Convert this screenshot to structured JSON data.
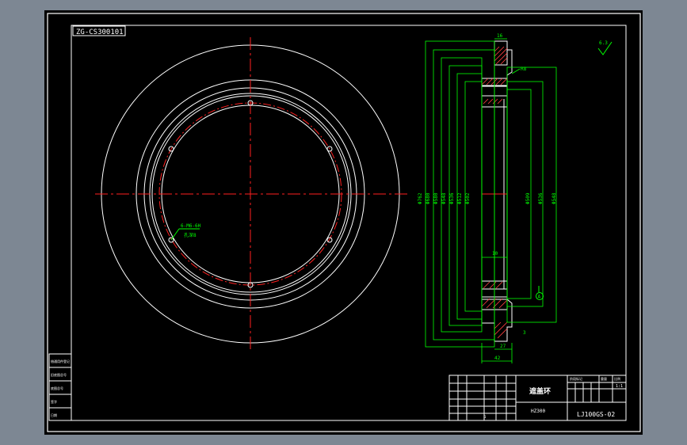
{
  "drawing": {
    "code_label": "ZG-CS300101",
    "part_name": "遮盖环",
    "model": "HZ300",
    "drawing_number": "LJ100GS-02",
    "roughness": "6.3",
    "hole_note": "6-M6-6H",
    "hole_depth": "孔深8"
  },
  "dimensions": {
    "top_width": "16",
    "chamfer": "R8",
    "diameters": [
      "Φ762",
      "Φ680",
      "Φ580",
      "Φ548",
      "Φ536",
      "Φ512",
      "Φ502",
      "Φ509",
      "Φ536",
      "Φ548"
    ],
    "mid_width": "10",
    "bottom_width_1": "27",
    "bottom_width_2": "42",
    "small_dim": "3",
    "datum": "A"
  },
  "title_block": {
    "scale": "1:1",
    "sheet": "1",
    "label_shade": "阶段标记",
    "label_weight": "重量",
    "label_scale": "比例"
  },
  "side_table": {
    "rows": [
      "借通用件登记",
      "旧底图总号",
      "底图总号",
      "签字",
      "日期"
    ]
  },
  "colors": {
    "background": "#000000",
    "outline": "#ffffff",
    "centerline": "#ff2020",
    "dimension": "#00ff00"
  }
}
